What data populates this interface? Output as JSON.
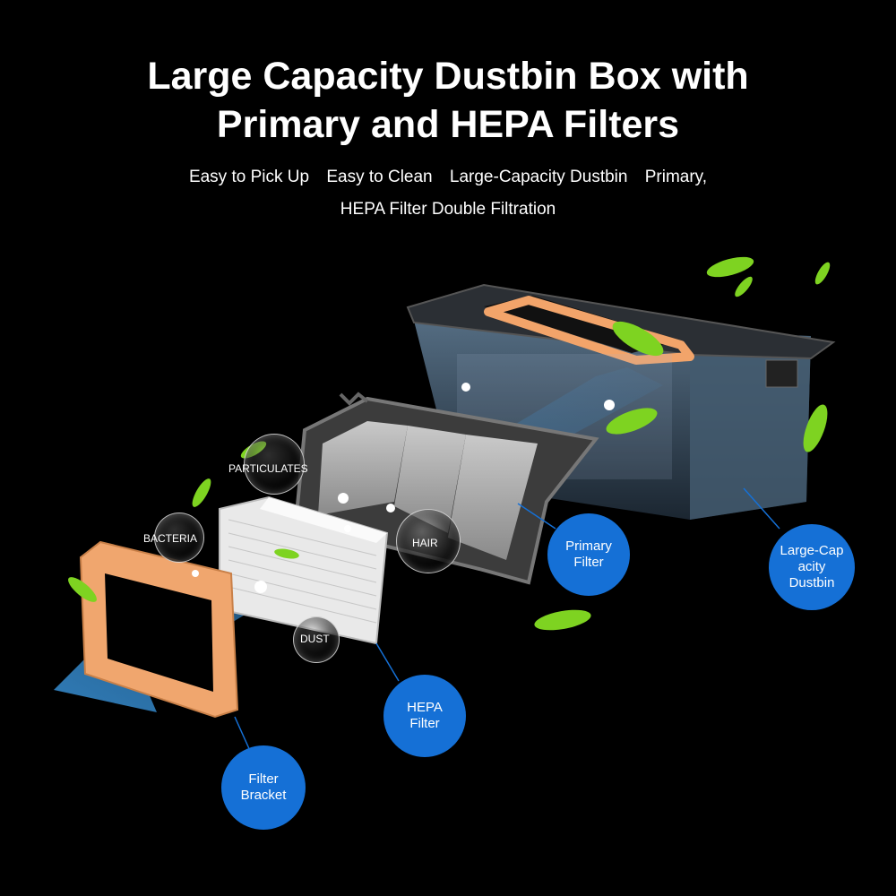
{
  "header": {
    "title_line1": "Large Capacity Dustbin Box with",
    "title_line2": "Primary and HEPA Filters",
    "features_line1": [
      "Easy to Pick Up",
      "Easy to Clean",
      "Large-Capacity Dustbin",
      "Primary,"
    ],
    "features_line2": "HEPA Filter Double Filtration"
  },
  "bubbles": {
    "particulates": "PARTICULATES",
    "bacteria": "BACTERIA",
    "hair": "HAIR",
    "dust": "DUST"
  },
  "callouts": {
    "primary_filter": "Primary Filter",
    "dustbin": "Large-Cap acity Dustbin",
    "hepa_filter": "HEPA Filter",
    "filter_bracket": "Filter Bracket"
  },
  "colors": {
    "background": "#000000",
    "callout_blue": "#1570d6",
    "bracket_orange": "#f0a66e",
    "airflow_blue": "#3fa2f0",
    "leaf_green": "#7ed321"
  }
}
